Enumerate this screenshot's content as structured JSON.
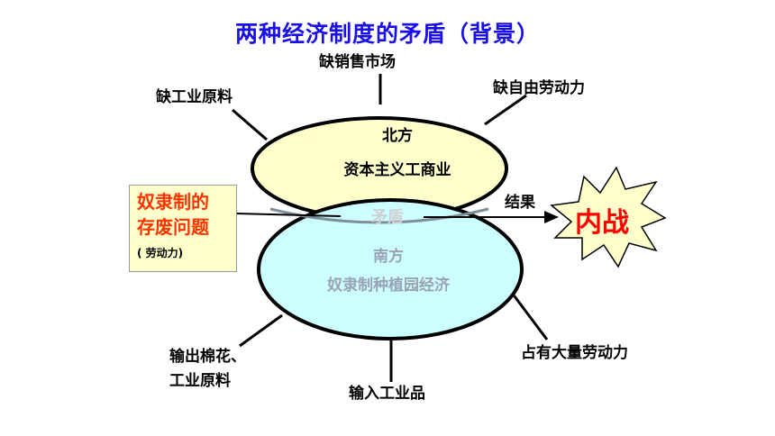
{
  "title": "两种经济制度的矛盾（背景）",
  "north": {
    "region": "北方",
    "economy": "资本主义工商业"
  },
  "south": {
    "region": "南方",
    "economy": "奴隶制种植园经济"
  },
  "conflict": "矛盾",
  "north_needs": [
    "缺销售市场",
    "缺工业原料",
    "缺自由劳动力"
  ],
  "south_traits": [
    "输出棉花、",
    "工业原料",
    "输入工业品",
    "占有大量劳动力"
  ],
  "issue": {
    "line1": "奴隶制的",
    "line2": "存废问题",
    "note": "( 劳动力)"
  },
  "result_label": "结果",
  "outcome": "内战",
  "colors": {
    "title": "#1a10e6",
    "north_fill": "#ffffcc",
    "south_fill": "#ccffff",
    "issue_text": "#ff3300",
    "outcome_text": "#ff0000",
    "burst_fill": "#ffffcc"
  }
}
